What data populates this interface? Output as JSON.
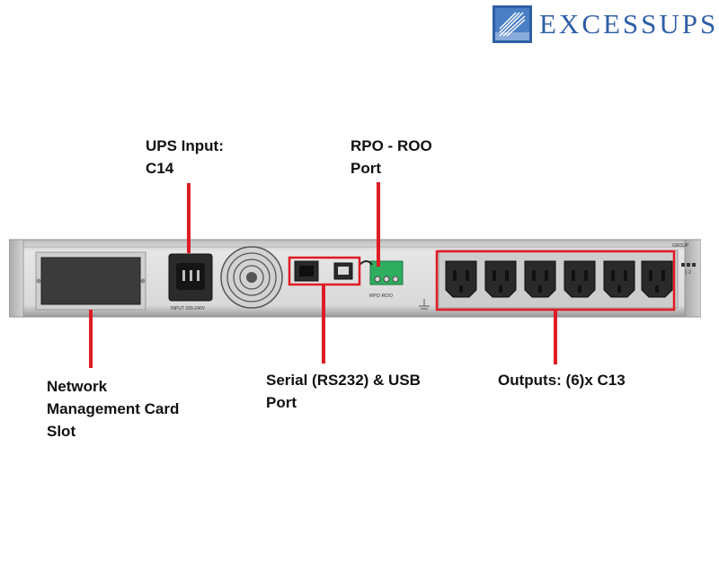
{
  "logo": {
    "text": "EXCESSUPS",
    "accent": "#2f5fa6"
  },
  "panel": {
    "input_rating": "INPUT 200-240V",
    "rpo_roo": "RPO  ROO",
    "group_label": "GROUP",
    "group_nums": "1  2"
  },
  "labels": {
    "ups_input": {
      "line1": "UPS Input:",
      "line2": "C14"
    },
    "rpo": {
      "line1": "RPO - ROO",
      "line2": "Port"
    },
    "network": {
      "line1": "Network",
      "line2": "Management Card",
      "line3": "Slot"
    },
    "serial": {
      "line1": "Serial (RS232) & USB",
      "line2": "Port"
    },
    "outputs": {
      "line1": "Outputs: (6)x C13"
    }
  },
  "colors": {
    "callout": "#e01b24",
    "chassis": "#c9c9c9",
    "socket": "#2a2a2a"
  }
}
